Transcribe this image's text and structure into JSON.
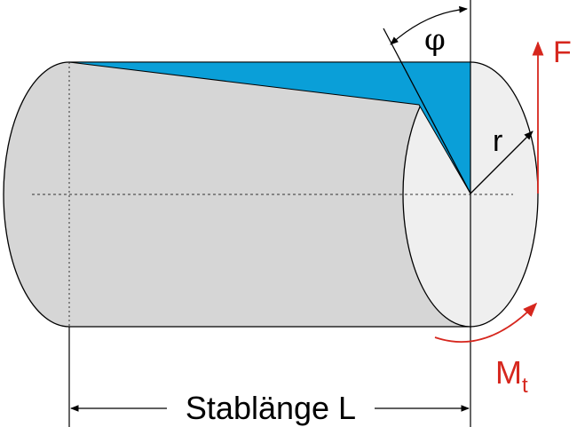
{
  "labels": {
    "angle": "φ",
    "radius": "r",
    "force": "F",
    "torque_main": "M",
    "torque_sub": "t",
    "length": "Stablänge L"
  },
  "colors": {
    "cylinder_body": "#d6d6d6",
    "end_face": "#efefef",
    "twist_wedge": "#0a9fd8",
    "accent_red": "#d6271e",
    "line": "#000000",
    "background": "#ffffff"
  }
}
